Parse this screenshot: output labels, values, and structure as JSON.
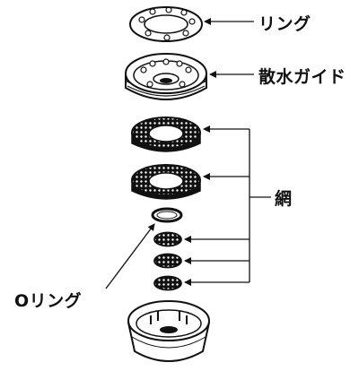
{
  "labels": {
    "ring": "リング",
    "spray_guide": "散水ガイド",
    "mesh": "網",
    "o_ring": "Oリング"
  }
}
